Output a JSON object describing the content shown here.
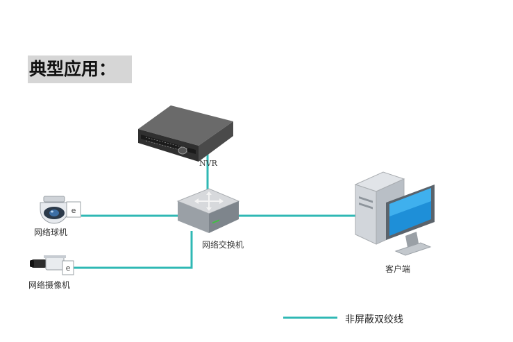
{
  "heading": "典型应用：",
  "nodes": {
    "nvr": "NVR",
    "switch": "网络交换机",
    "dome_camera": "网络球机",
    "box_camera": "网络摄像机",
    "client": "客户端"
  },
  "legend": {
    "cable_label": "非屏蔽双绞线",
    "cable_color": "#2fb8b4"
  },
  "icons": {
    "nvr": "nvr-recorder-icon",
    "switch": "network-switch-icon",
    "dome_camera": "ptz-dome-camera-icon",
    "box_camera": "box-camera-icon",
    "client": "desktop-computer-icon"
  }
}
